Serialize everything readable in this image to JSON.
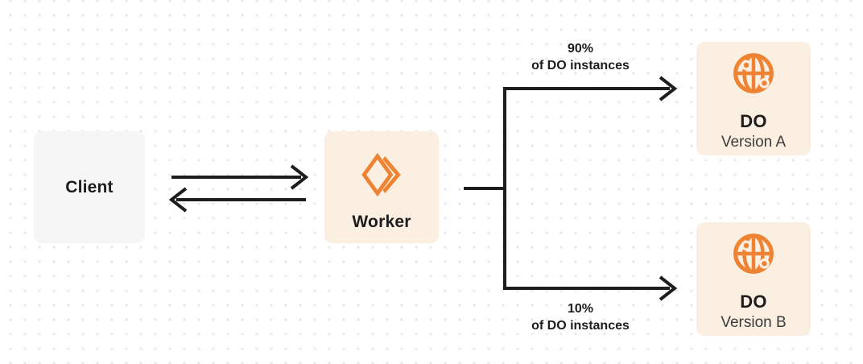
{
  "colors": {
    "accent_orange": "#ED8333",
    "node_cream": "#FAEFE1",
    "client_gray": "#F6F6F7",
    "ink": "#1D1D1D",
    "subtitle_ink": "#3C3C3C",
    "dot_grid": "#E9E9E9",
    "canvas_bg": "#FFFFFF"
  },
  "nodes": {
    "client": {
      "label": "Client"
    },
    "worker": {
      "label": "Worker",
      "icon": "cloudflare-workers-icon"
    },
    "do_version_a": {
      "title": "DO",
      "subtitle": "Version A",
      "icon": "durable-object-globe-icon"
    },
    "do_version_b": {
      "title": "DO",
      "subtitle": "Version B",
      "icon": "durable-object-globe-icon"
    }
  },
  "branch_labels": {
    "top": {
      "percent": "90%",
      "caption": "of DO instances"
    },
    "bottom": {
      "percent": "10%",
      "caption": "of DO instances"
    }
  }
}
